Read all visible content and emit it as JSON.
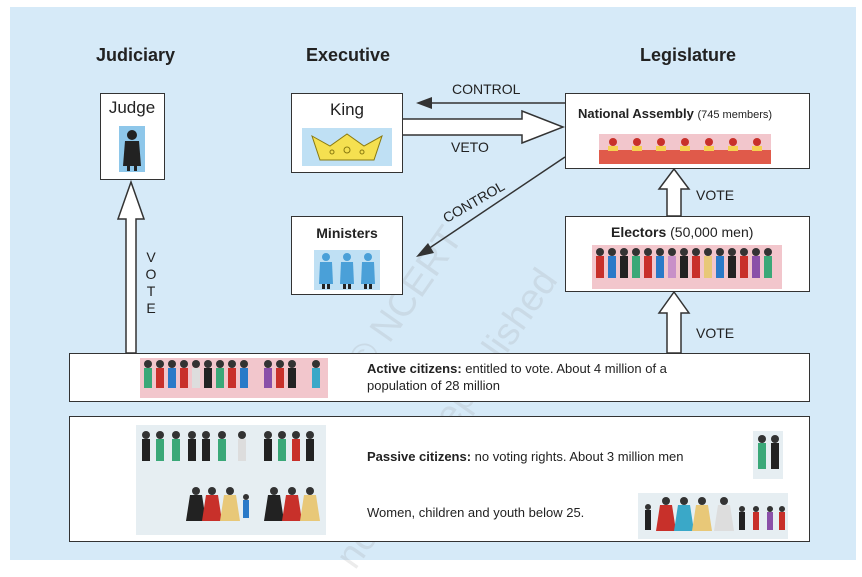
{
  "headings": {
    "judiciary": "Judiciary",
    "executive": "Executive",
    "legislature": "Legislature"
  },
  "judge": {
    "label": "Judge"
  },
  "king": {
    "label": "King"
  },
  "ministers": {
    "label": "Ministers"
  },
  "assembly": {
    "name": "National Assembly",
    "members": "(745 members)"
  },
  "electors": {
    "name": "Electors",
    "count": "(50,000 men)"
  },
  "arrows": {
    "control_top": "CONTROL",
    "veto": "VETO",
    "control_diag": "CONTROL",
    "vote_upper": "VOTE",
    "vote_lower": "VOTE",
    "vote_vertical": [
      "V",
      "O",
      "T",
      "E"
    ]
  },
  "active": {
    "bold": "Active citizens:",
    "text1": " entitled to vote. About 4 million of a",
    "text2": "population of 28 million"
  },
  "passive": {
    "bold": "Passive citizens:",
    "text": " no voting rights. About 3 million men"
  },
  "women": {
    "text": "Women, children and youth below 25."
  },
  "watermark": {
    "line1": "© NCERT",
    "line2": "not to be republished"
  },
  "colors": {
    "background": "#d6eaf8",
    "box_border": "#333333",
    "crown": "#f5e050",
    "figure_panel": "#f2c6cc"
  }
}
